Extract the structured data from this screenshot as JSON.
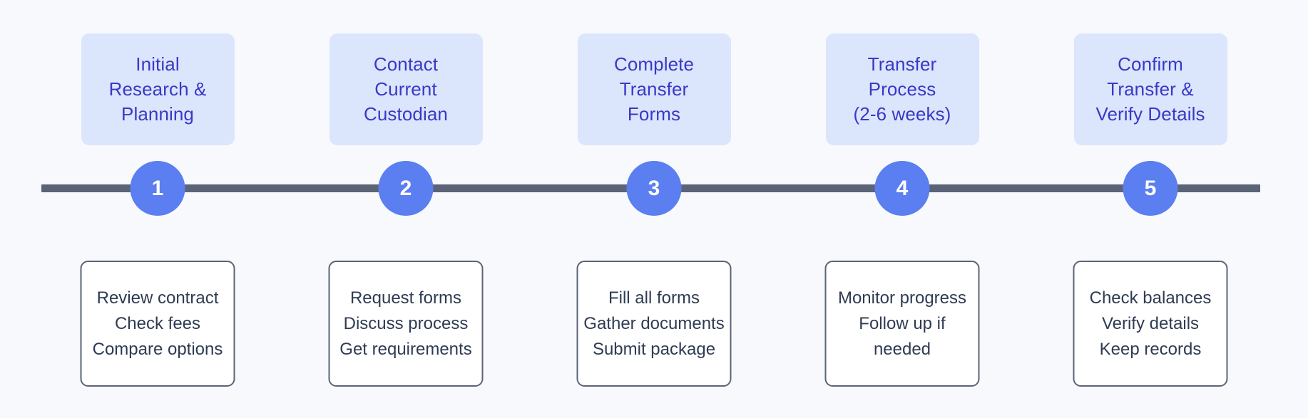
{
  "diagram": {
    "type": "process-timeline",
    "orientation": "horizontal",
    "step_count": 5,
    "colors": {
      "background": "#f7f9fc",
      "phase_card_fill": "#dbe6fd",
      "phase_card_text": "#3a38c6",
      "axis_line": "#5b6477",
      "step_circle_fill": "#5b7ef0",
      "step_number_text": "#ffffff",
      "detail_box_fill": "#ffffff",
      "detail_box_border": "#5b6477",
      "detail_box_text": "#2e3b52"
    }
  },
  "steps": [
    {
      "number": "1",
      "phase": "Initial\nResearch &\nPlanning",
      "details": "Review contract\nCheck fees\nCompare options"
    },
    {
      "number": "2",
      "phase": "Contact\nCurrent\nCustodian",
      "details": "Request forms\nDiscuss process\nGet requirements"
    },
    {
      "number": "3",
      "phase": "Complete\nTransfer\nForms",
      "details": "Fill all forms\nGather documents\nSubmit package"
    },
    {
      "number": "4",
      "phase": "Transfer\nProcess\n(2-6 weeks)",
      "details": "Monitor progress\nFollow up if\nneeded"
    },
    {
      "number": "5",
      "phase": "Confirm\nTransfer &\nVerify Details",
      "details": "Check balances\nVerify details\nKeep records"
    }
  ]
}
